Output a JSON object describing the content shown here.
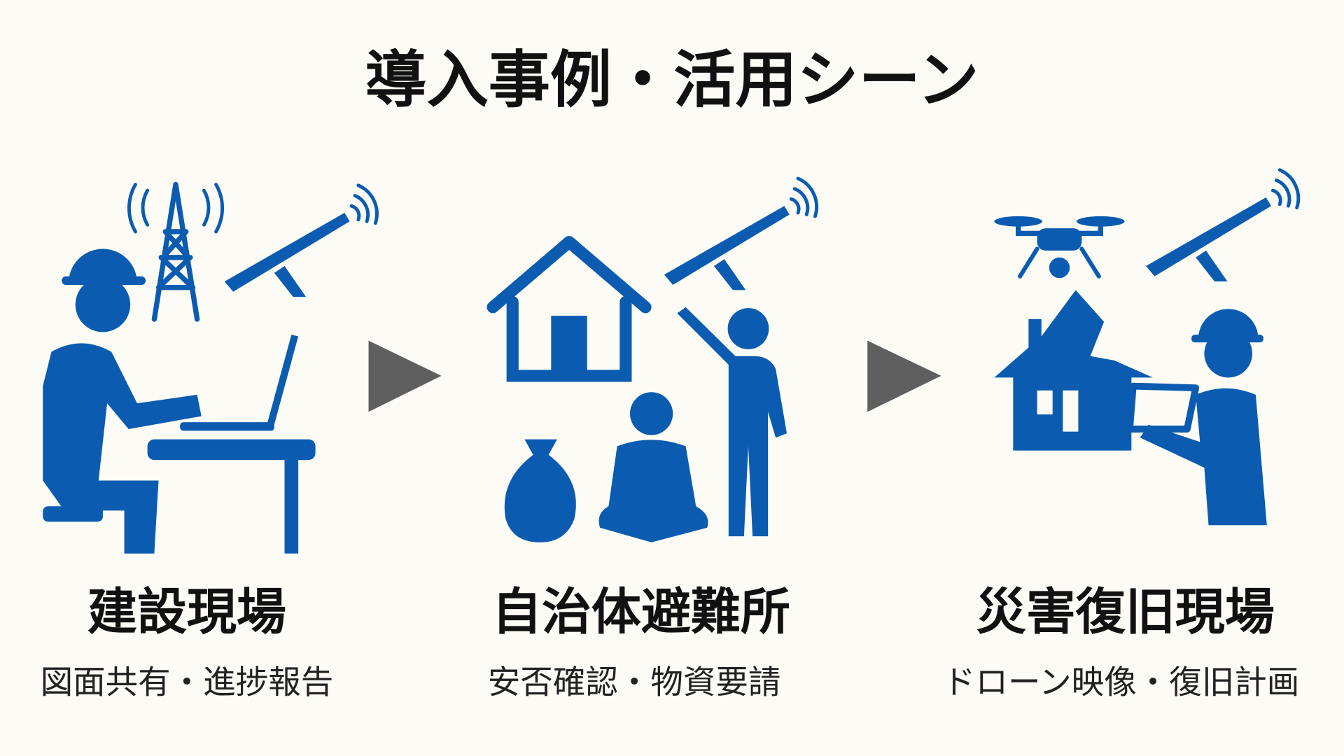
{
  "title": "導入事例・活用シーン",
  "colors": {
    "icon": "#0b5cb0",
    "arrow": "#5f5f5f",
    "background": "#fcfbf6"
  },
  "scenes": [
    {
      "label": "建設現場",
      "description": "図面共有・進捗報告",
      "icons": [
        "construction-worker-icon",
        "radio-tower-icon",
        "satellite-dish-icon",
        "laptop-icon",
        "desk-icon"
      ]
    },
    {
      "label": "自治体避難所",
      "description": "安否確認・物資要請",
      "icons": [
        "house-icon",
        "satellite-dish-icon",
        "person-waving-icon",
        "seated-person-icon",
        "supply-bag-icon"
      ]
    },
    {
      "label": "災害復旧現場",
      "description": "ドローン映像・復旧計画",
      "icons": [
        "drone-icon",
        "satellite-dish-icon",
        "damaged-house-icon",
        "worker-with-tablet-icon"
      ]
    }
  ]
}
